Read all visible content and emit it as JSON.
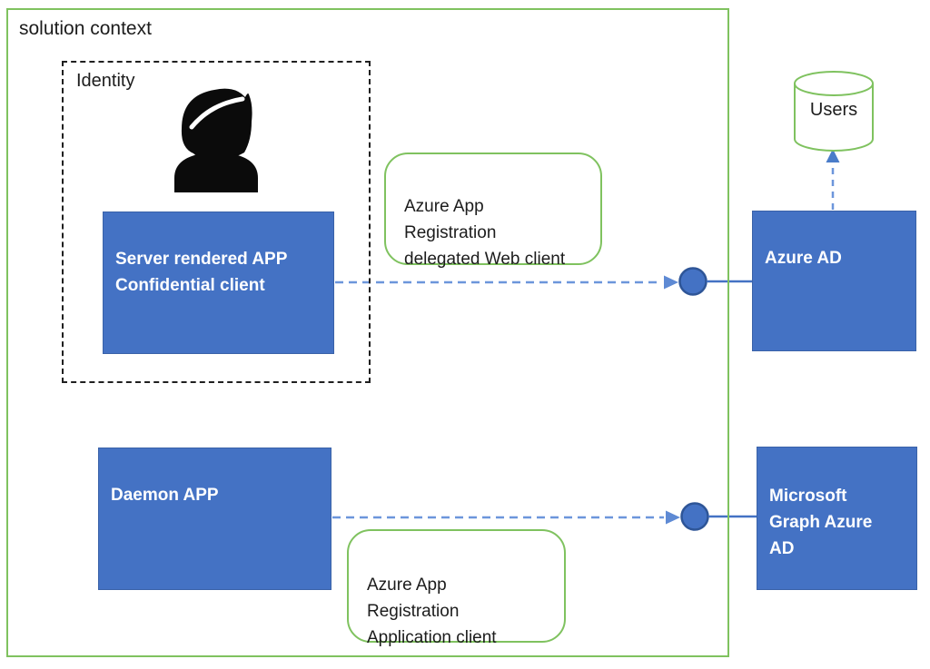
{
  "solution": {
    "title": "solution context"
  },
  "identity": {
    "label": "Identity",
    "icon": "woman-user-icon"
  },
  "nodes": {
    "server_app": {
      "label": "Server rendered APP\nConfidential client",
      "type": "blue-box"
    },
    "daemon_app": {
      "label": "Daemon  APP",
      "type": "blue-box"
    },
    "azure_ad": {
      "label": "Azure AD",
      "type": "blue-box"
    },
    "ms_graph": {
      "label": "Microsoft\nGraph  Azure\nAD",
      "type": "blue-box"
    },
    "users": {
      "label": "Users",
      "type": "database-cylinder"
    }
  },
  "annotations": {
    "delegated": {
      "label": "Azure App\nRegistration\ndelegated Web client"
    },
    "application": {
      "label": "Azure App\nRegistration\nApplication client"
    }
  },
  "connectors": [
    {
      "from": "server_app",
      "to": "azure_ad",
      "style": "dashed-arrow into circle connector, then solid line"
    },
    {
      "from": "daemon_app",
      "to": "ms_graph",
      "style": "dashed-arrow into circle connector, then solid line"
    },
    {
      "from": "azure_ad",
      "to": "users",
      "style": "dashed-arrow pointing up"
    }
  ],
  "colors": {
    "box_blue": "#4472C4",
    "box_blue_border": "#3A62A8",
    "circle_fill": "#4472C4",
    "circle_border": "#2E5597",
    "connector_dash_blue": "#6C96DB",
    "arrowhead_blue": "#5E8AD4",
    "green": "#7FC25F",
    "dashed_group_border": "#1F1F1F",
    "text_dark": "#1C1C1C",
    "text_white": "#FFFFFF"
  }
}
